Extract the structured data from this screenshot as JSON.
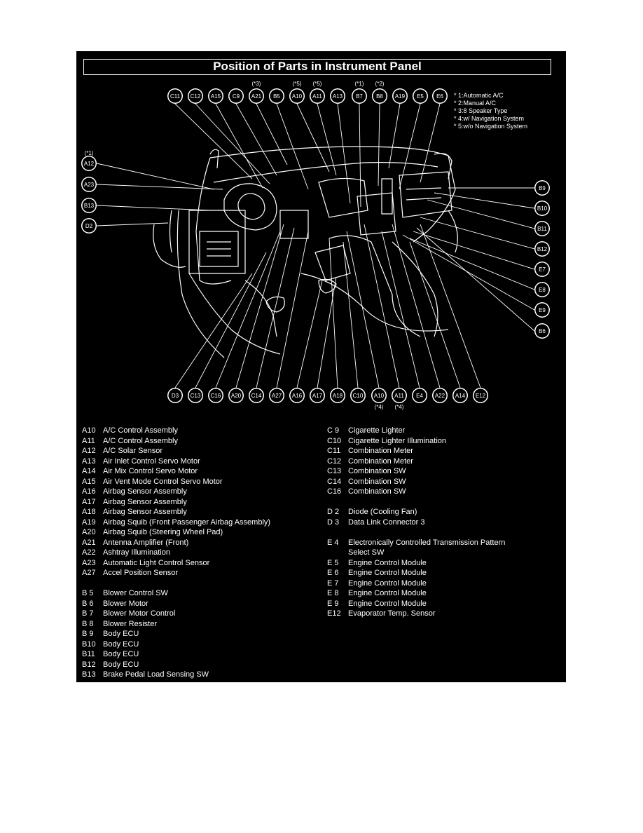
{
  "title": "Position of Parts in Instrument Panel",
  "notes": [
    "* 1:Automatic A/C",
    "* 2:Manual A/C",
    "* 3:8 Speaker Type",
    "* 4:w/ Navigation System",
    "* 5:w/o Navigation System"
  ],
  "top_callouts": [
    {
      "label": "C11",
      "note": ""
    },
    {
      "label": "C12",
      "note": ""
    },
    {
      "label": "A15",
      "note": ""
    },
    {
      "label": "C9",
      "note": ""
    },
    {
      "label": "A21",
      "note": "(*3)"
    },
    {
      "label": "B5",
      "note": ""
    },
    {
      "label": "A10",
      "note": "(*5)"
    },
    {
      "label": "A11",
      "note": "(*5)"
    },
    {
      "label": "A13",
      "note": ""
    },
    {
      "label": "B7",
      "note": "(*1)"
    },
    {
      "label": "B8",
      "note": "(*2)"
    },
    {
      "label": "A19",
      "note": ""
    },
    {
      "label": "E5",
      "note": ""
    },
    {
      "label": "E6",
      "note": ""
    }
  ],
  "left_callouts": [
    {
      "label": "A12",
      "note": "(*1)"
    },
    {
      "label": "A23",
      "note": ""
    },
    {
      "label": "B13",
      "note": ""
    },
    {
      "label": "D2",
      "note": ""
    }
  ],
  "right_callouts": [
    {
      "label": "B9"
    },
    {
      "label": "B10"
    },
    {
      "label": "B11"
    },
    {
      "label": "B12"
    },
    {
      "label": "E7"
    },
    {
      "label": "E8"
    },
    {
      "label": "E9"
    },
    {
      "label": "B6"
    }
  ],
  "bottom_callouts": [
    {
      "label": "D3",
      "note": ""
    },
    {
      "label": "C13",
      "note": ""
    },
    {
      "label": "C16",
      "note": ""
    },
    {
      "label": "A20",
      "note": ""
    },
    {
      "label": "C14",
      "note": ""
    },
    {
      "label": "A27",
      "note": ""
    },
    {
      "label": "A16",
      "note": ""
    },
    {
      "label": "A17",
      "note": ""
    },
    {
      "label": "A18",
      "note": ""
    },
    {
      "label": "C10",
      "note": ""
    },
    {
      "label": "A10",
      "note": "(*4)"
    },
    {
      "label": "A11",
      "note": "(*4)"
    },
    {
      "label": "E4",
      "note": ""
    },
    {
      "label": "A22",
      "note": ""
    },
    {
      "label": "A14",
      "note": ""
    },
    {
      "label": "E12",
      "note": ""
    }
  ],
  "legend_left": [
    {
      "code": "A10",
      "name": "A/C Control Assembly"
    },
    {
      "code": "A11",
      "name": "A/C Control Assembly"
    },
    {
      "code": "A12",
      "name": "A/C Solar Sensor"
    },
    {
      "code": "A13",
      "name": "Air Inlet Control Servo Motor"
    },
    {
      "code": "A14",
      "name": "Air Mix Control Servo Motor"
    },
    {
      "code": "A15",
      "name": "Air Vent Mode Control Servo Motor"
    },
    {
      "code": "A16",
      "name": "Airbag Sensor Assembly"
    },
    {
      "code": "A17",
      "name": "Airbag Sensor Assembly"
    },
    {
      "code": "A18",
      "name": "Airbag Sensor Assembly"
    },
    {
      "code": "A19",
      "name": "Airbag Squib (Front Passenger Airbag Assembly)"
    },
    {
      "code": "A20",
      "name": "Airbag Squib (Steering Wheel Pad)"
    },
    {
      "code": "A21",
      "name": "Antenna Amplifier (Front)"
    },
    {
      "code": "A22",
      "name": "Ashtray Illumination"
    },
    {
      "code": "A23",
      "name": "Automatic Light Control Sensor"
    },
    {
      "code": "A27",
      "name": "Accel Position Sensor"
    },
    {
      "code": "",
      "name": ""
    },
    {
      "code": "B  5",
      "name": "Blower Control SW"
    },
    {
      "code": "B  6",
      "name": "Blower Motor"
    },
    {
      "code": "B  7",
      "name": "Blower Motor Control"
    },
    {
      "code": "B  8",
      "name": "Blower Resister"
    },
    {
      "code": "B  9",
      "name": "Body ECU"
    },
    {
      "code": "B10",
      "name": "Body ECU"
    },
    {
      "code": "B11",
      "name": "Body ECU"
    },
    {
      "code": "B12",
      "name": "Body ECU"
    },
    {
      "code": "B13",
      "name": "Brake Pedal Load Sensing SW"
    }
  ],
  "legend_right": [
    {
      "code": "C  9",
      "name": "Cigarette Lighter"
    },
    {
      "code": "C10",
      "name": "Cigarette Lighter Illumination"
    },
    {
      "code": "C11",
      "name": "Combination Meter"
    },
    {
      "code": "C12",
      "name": "Combination Meter"
    },
    {
      "code": "C13",
      "name": "Combination SW"
    },
    {
      "code": "C14",
      "name": "Combination SW"
    },
    {
      "code": "C16",
      "name": "Combination SW"
    },
    {
      "code": "",
      "name": ""
    },
    {
      "code": "D  2",
      "name": "Diode (Cooling Fan)"
    },
    {
      "code": "D  3",
      "name": "Data Link Connector 3"
    },
    {
      "code": "",
      "name": ""
    },
    {
      "code": "E  4",
      "name": "Electronically Controlled Transmission Pattern"
    },
    {
      "code": "",
      "name": "Select SW"
    },
    {
      "code": "E  5",
      "name": "Engine Control Module"
    },
    {
      "code": "E  6",
      "name": "Engine Control Module"
    },
    {
      "code": "E  7",
      "name": "Engine Control Module"
    },
    {
      "code": "E  8",
      "name": "Engine Control Module"
    },
    {
      "code": "E  9",
      "name": "Engine Control Module"
    },
    {
      "code": "E12",
      "name": "Evaporator Temp. Sensor"
    }
  ],
  "colors": {
    "background": "#000000",
    "line": "#ffffff"
  }
}
